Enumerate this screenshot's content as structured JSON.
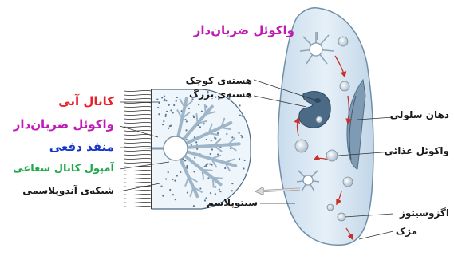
{
  "colors": {
    "cell_fill": "#dbe9f4",
    "cell_edge": "#6f8fa8",
    "cilia": "#2b2b2b",
    "nucleus": "#4a6a85",
    "red": "#e8232c",
    "magenta": "#c11bb5",
    "blue": "#1636c9",
    "green": "#1fa84a",
    "arrow": "#c9302c"
  },
  "labels": {
    "contractile_vacuole_top": "واکوئل ضربان‌دار",
    "micronucleus": "هسته‌ی کوچک",
    "macronucleus": "هسته‌ی بزرگ",
    "oral_groove": "دهان سلولی",
    "food_vacuole": "واکوئل غذائی",
    "exocytosis": "اگزوسیتوز",
    "cilium": "مژک",
    "cytoplasm": "سیتوپلاسم",
    "inset_water_canal": "کانال آبی",
    "inset_contractile_vacuole": "واکوئل ضربان‌دار",
    "inset_discharge_pore": "منفذ دفعی",
    "inset_ampulla": "آمپول کانال شعاعی",
    "inset_er": "شبکه‌ی آندوپلاسمی"
  }
}
